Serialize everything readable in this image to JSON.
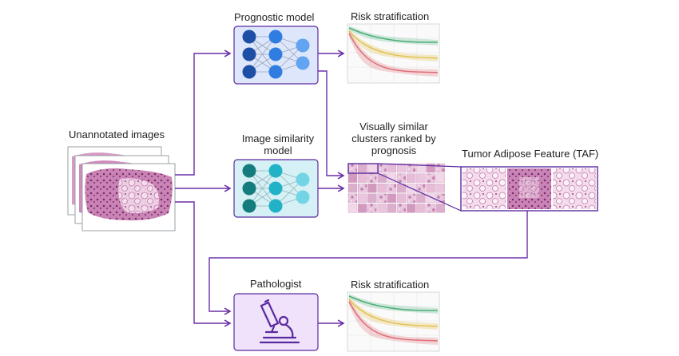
{
  "labels": {
    "unannotated": "Unannotated images",
    "prognostic_model": "Prognostic model",
    "risk_top": "Risk stratification",
    "similarity_line1": "Image similarity",
    "similarity_line2": "model",
    "clusters_line1": "Visually similar",
    "clusters_line2": "clusters ranked by",
    "clusters_line3": "prognosis",
    "taf": "Tumor Adipose Feature (TAF)",
    "pathologist": "Pathologist",
    "risk_bottom": "Risk stratification"
  },
  "icons": {
    "microscope": "microscope-icon",
    "prognostic_net": "neural-network-icon",
    "similarity_net": "neural-network-icon"
  },
  "colors": {
    "arrow": "#6a2fa8",
    "prognostic_box": "#dde6fb",
    "prognostic_node_dark": "#1d4fa6",
    "prognostic_node_mid": "#2f7de1",
    "prognostic_node_light": "#63a4f2",
    "similarity_box": "#d6f1f5",
    "similarity_node_dark": "#147c7c",
    "similarity_node_mid": "#21b2c8",
    "similarity_node_light": "#72d4e4",
    "pathologist_box": "#efe2fa",
    "tissue": "#b9649e",
    "curve_green": "#4caf7a",
    "curve_yellow": "#e3c35a",
    "curve_red": "#e0707a"
  }
}
